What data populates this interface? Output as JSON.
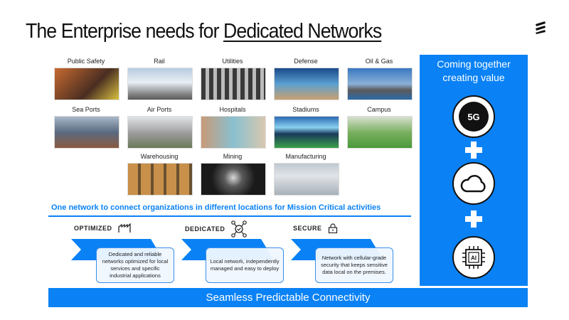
{
  "title": {
    "prefix": "The Enterprise needs for ",
    "underlined": "Dedicated Networks"
  },
  "logo": "ericsson-logo-icon",
  "industries": [
    {
      "label": "Public Safety",
      "color": "#7a4a32"
    },
    {
      "label": "Rail",
      "color": "#8fa7c4"
    },
    {
      "label": "Utilities",
      "color": "#6d6d6d"
    },
    {
      "label": "Defense",
      "color": "#4a7fb0"
    },
    {
      "label": "Oil & Gas",
      "color": "#5b86b8"
    },
    {
      "label": "Sea Ports",
      "color": "#6a6f7a"
    },
    {
      "label": "Air Ports",
      "color": "#9aa3a8"
    },
    {
      "label": "Hospitals",
      "color": "#b8a088"
    },
    {
      "label": "Stadiums",
      "color": "#2f8a4a"
    },
    {
      "label": "Campus",
      "color": "#6aa35a"
    },
    {
      "label": "Warehousing",
      "color": "#b88a50"
    },
    {
      "label": "Mining",
      "color": "#2e2e2e"
    },
    {
      "label": "Manufacturing",
      "color": "#a8b0b8"
    }
  ],
  "panel": {
    "title_line1": "Coming together",
    "title_line2": "creating value",
    "items": [
      {
        "label": "5G",
        "icon": "5g-icon"
      },
      {
        "label": "",
        "icon": "cloud-icon"
      },
      {
        "label": "AI",
        "icon": "ai-chip-icon"
      }
    ]
  },
  "mission": "One network to connect organizations in different locations for Mission Critical activities",
  "features": [
    {
      "label": "OPTIMIZED",
      "icon": "factory-icon",
      "desc": "Dedicated and reliable networks optimized for local services and specific industrial applications"
    },
    {
      "label": "DEDICATED",
      "icon": "network-nodes-icon",
      "desc": "Local network, independently managed and easy to deploy"
    },
    {
      "label": "SECURE",
      "icon": "lock-icon",
      "desc": "Network with cellular-grade security that keeps sensitive data  local on the premises."
    }
  ],
  "banner": "Seamless Predictable Connectivity",
  "colors": {
    "accent": "#0a82f5"
  }
}
